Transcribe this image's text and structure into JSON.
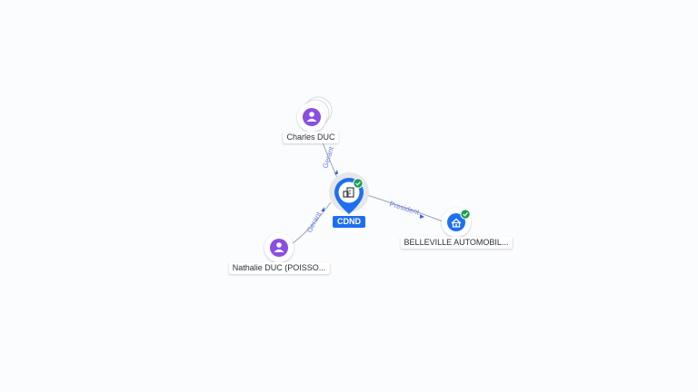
{
  "colors": {
    "person": "#8a4fe0",
    "company": "#1e6ff0",
    "verified": "#1f9d55",
    "edge": "#9aa3b5",
    "edge_label": "#6f7fe0"
  },
  "nodes": {
    "main": {
      "label": "CDND",
      "icon": "building-icon"
    },
    "charles": {
      "label": "Charles DUC",
      "icon": "person-icon"
    },
    "nathalie": {
      "label": "Nathalie DUC (POISSO...",
      "icon": "person-icon"
    },
    "belleville": {
      "label": "BELLEVILLE AUTOMOBIL...",
      "icon": "company-icon"
    }
  },
  "edges": {
    "charles_main": "Gerant",
    "nathalie_main": "Gerant",
    "main_belleville": "President"
  }
}
